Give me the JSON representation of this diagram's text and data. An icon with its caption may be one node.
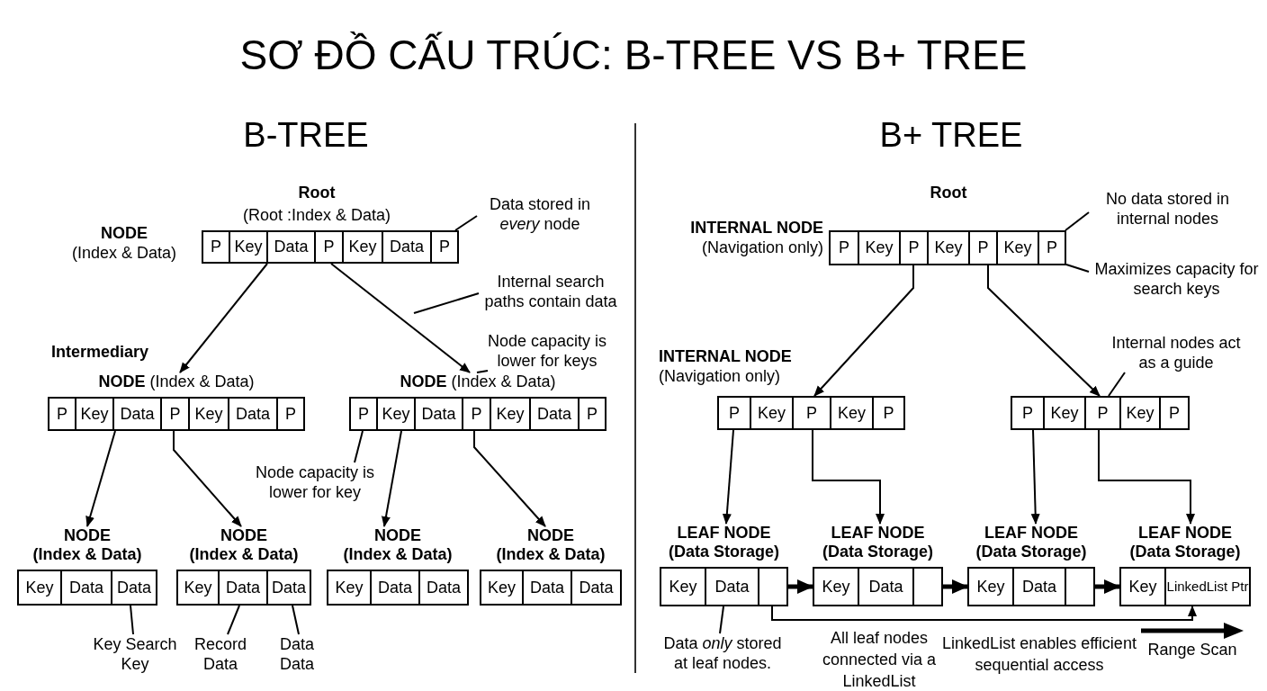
{
  "diagram": {
    "title": "SƠ ĐỒ CẤU TRÚC: B-TREE VS B+ TREE",
    "nodes": [
      {
        "text": [
          "P",
          "Key",
          "Data",
          "P",
          "Key",
          "Data",
          "P"
        ],
        "beside": [
          "NODE",
          "(Index & Data)"
        ]
      },
      {
        "text": [
          "Data stored in *every* node"
        ]
      },
      {
        "text": [
          "Internal search paths contain data"
        ]
      },
      {
        "text": [
          "Node capacity is lower for keys"
        ]
      },
      {
        "text": [
          "P",
          "Key",
          "Data",
          "P",
          "Key",
          "Data",
          "P"
        ],
        "beside": [
          "Intermediary",
          "**NODE** (Index & Data)"
        ]
      },
      {
        "text": [
          "P",
          "Key",
          "Data",
          "P",
          "Key",
          "Data",
          "P"
        ],
        "beside": [
          "**NODE** (Index & Data)"
        ]
      },
      {
        "text": [
          "Node capacity is lower for key"
        ]
      },
      {
        "text": [
          "Key",
          "Data",
          "Data"
        ],
        "beside": [
          "NODE",
          "(Index & Data)"
        ]
      },
      {
        "text": [
          "Key",
          "Data",
          "Data"
        ],
        "beside": [
          "NODE",
          "(Index & Data)"
        ]
      },
      {
        "text": [
          "Key",
          "Data",
          "Data"
        ],
        "beside": [
          "NODE",
          "(Index & Data)"
        ]
      },
      {
        "text": [
          "Key",
          "Data",
          "Data"
        ],
        "beside": [
          "NODE",
          "(Index & Data)"
        ]
      },
      {
        "text": [
          "Key Search Key"
        ]
      },
      {
        "text": [
          "Record Data"
        ]
      },
      {
        "text": [
          "Data Data"
        ]
      },
      {
        "text": [
          "P",
          "Key",
          "P",
          "Key",
          "P",
          "Key",
          "P"
        ],
        "beside": [
          "INTERNAL NODE",
          "(Navigation only)"
        ]
      },
      {
        "text": [
          "No data stored in internal nodes"
        ]
      },
      {
        "text": [
          "Maximizes capacity for search keys"
        ]
      },
      {
        "text": [
          "P",
          "Key",
          "P",
          "Key",
          "P"
        ],
        "beside": [
          "INTERNAL NODE",
          "(Navigation only)"
        ]
      },
      {
        "text": [
          "Internal nodes act as a guide"
        ]
      },
      {
        "text": [
          "P",
          "Key",
          "P",
          "Key",
          "P"
        ]
      },
      {
        "text": [
          "Key",
          "Data"
        ],
        "beside": [
          "LEAF NODE",
          "(Data Storage)"
        ]
      },
      {
        "text": [
          "Key",
          "Data"
        ],
        "beside": [
          "LEAF NODE",
          "(Data Storage)"
        ]
      },
      {
        "text": [
          "Key",
          "Data"
        ],
        "beside": [
          "LEAF NODE",
          "(Data Storage)"
        ]
      },
      {
        "text": [
          "Key",
          "LinkedList Ptr"
        ],
        "beside": [
          "LEAF NODE",
          "(Data Storage)"
        ]
      },
      {
        "text": [
          "Data *only* stored at leaf nodes."
        ]
      }
    ],
    "edges": [
      {
        "from": 0,
        "to": 4,
        "arrow": "to"
      },
      {
        "from": 0,
        "to": 5,
        "arrow": "to"
      },
      {
        "from": 4,
        "to": 7,
        "arrow": "to"
      },
      {
        "from": 4,
        "to": 8,
        "arrow": "to"
      },
      {
        "from": 5,
        "to": 9,
        "arrow": "to"
      },
      {
        "from": 5,
        "to": 10,
        "arrow": "to"
      },
      {
        "from": 1,
        "to": 0,
        "arrow": "none"
      },
      {
        "from": 2,
        "to": null,
        "arrow": "none"
      },
      {
        "from": 3,
        "to": 5,
        "arrow": "none"
      },
      {
        "from": 6,
        "to": 5,
        "arrow": "none"
      },
      {
        "from": 11,
        "to": 7,
        "arrow": "none"
      },
      {
        "from": 12,
        "to": 8,
        "arrow": "none"
      },
      {
        "from": 13,
        "to": 8,
        "arrow": "none"
      },
      {
        "from": 14,
        "to": 17,
        "arrow": "to"
      },
      {
        "from": 14,
        "to": 19,
        "arrow": "to"
      },
      {
        "from": 17,
        "to": 20,
        "arrow": "to"
      },
      {
        "from": 17,
        "to": 21,
        "arrow": "to"
      },
      {
        "from": 19,
        "to": 22,
        "arrow": "to"
      },
      {
        "from": 19,
        "to": 23,
        "arrow": "to"
      },
      {
        "from": 15,
        "to": 14,
        "arrow": "none"
      },
      {
        "from": 16,
        "to": 14,
        "arrow": "none"
      },
      {
        "from": 18,
        "to": 19,
        "arrow": "none"
      },
      {
        "from": 24,
        "to": 20,
        "arrow": "none"
      },
      {
        "from": 20,
        "to": 21,
        "arrow": "to",
        "style": "thick"
      },
      {
        "from": 21,
        "to": 22,
        "arrow": "to",
        "style": "thick"
      },
      {
        "from": 22,
        "to": 23,
        "arrow": "to",
        "style": "thick"
      },
      {
        "from": 20,
        "to": 23,
        "arrow": "to"
      }
    ],
    "labels": [
      "B-TREE",
      "B+ TREE",
      "Root",
      "(Root :Index & Data)",
      "Root",
      "All leaf nodes connected via a LinkedList",
      "LinkedList enables efficient sequential access",
      "Range Scan"
    ]
  }
}
